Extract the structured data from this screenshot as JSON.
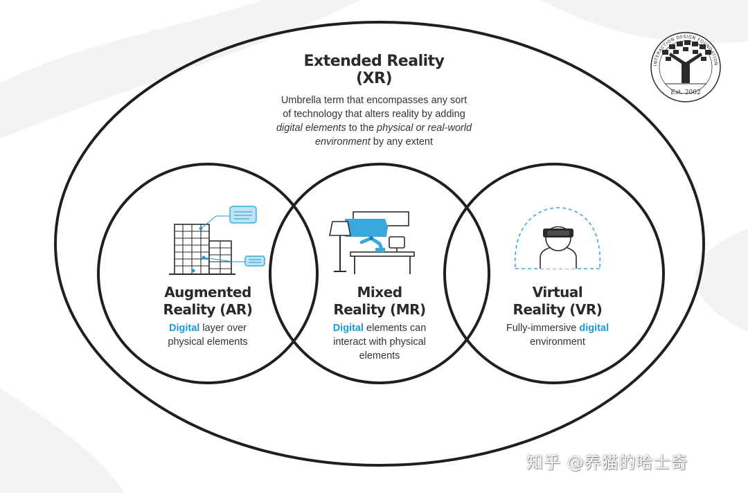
{
  "xr": {
    "title_line1": "Extended Reality",
    "title_line2": "(XR)",
    "desc_line1": "Umbrella term that encompasses any sort",
    "desc_line2": "of technology that alters reality by adding",
    "desc_line3_em1": "digital elements",
    "desc_line3_mid": " to the ",
    "desc_line3_em2": "physical or real-world",
    "desc_line4_em": "environment",
    "desc_line4_rest": " by any extent"
  },
  "ar": {
    "title_line1": "Augmented",
    "title_line2": "Reality (AR)",
    "desc_accent": "Digital",
    "desc_rest1": " layer over",
    "desc_line2": "physical elements"
  },
  "mr": {
    "title_line1": "Mixed",
    "title_line2": "Reality (MR)",
    "desc_accent": "Digital",
    "desc_rest1": " elements can",
    "desc_line2": "interact with physical",
    "desc_line3": "elements"
  },
  "vr": {
    "title_line1": "Virtual",
    "title_line2": "Reality (VR)",
    "desc_rest1": "Fully-immersive ",
    "desc_accent": "digital",
    "desc_line2": "environment"
  },
  "logo": {
    "ring_text": "INTERACTION DESIGN FOUNDATION",
    "est": "Est. 2002"
  },
  "watermark": "知乎 @养猫的哈士奇",
  "colors": {
    "accent": "#1a9bd7",
    "line": "#1f1f1f",
    "text": "#2b2b2b"
  },
  "icons": [
    "building-icon",
    "desk-robot-icon",
    "vr-headset-person-icon",
    "idf-logo-icon"
  ]
}
